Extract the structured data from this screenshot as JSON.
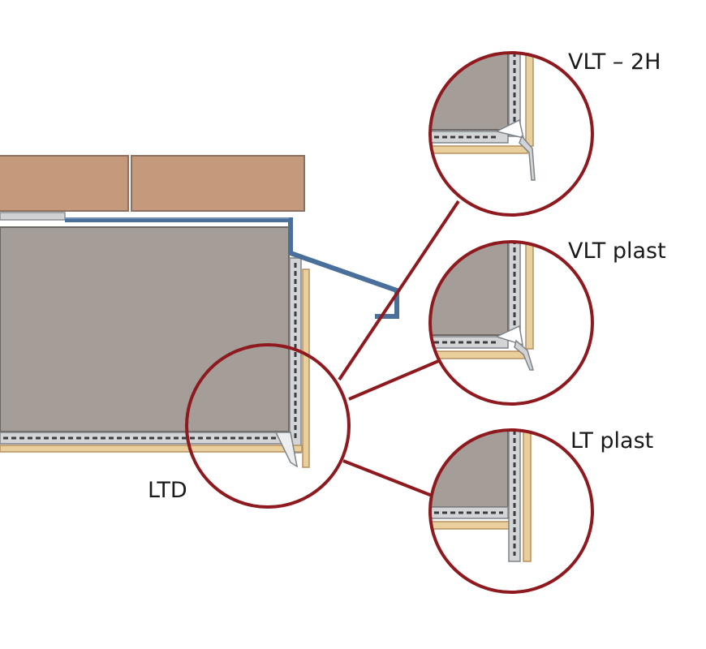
{
  "labels": {
    "main": "LTD",
    "detail_top": "VLT – 2H",
    "detail_middle": "VLT plast",
    "detail_bottom": "LT plast"
  },
  "colors": {
    "background": "#ffffff",
    "tile": "#c59a7c",
    "tile_edge": "#8d7060",
    "slab": "#a59d98",
    "slab_edge": "#6d6763",
    "insulation": "#e8cf9c",
    "insulation_edge": "#b89060",
    "profile": "#d2d4d6",
    "profile_edge": "#7f8488",
    "perforation": "#3a3d40",
    "flashing": "#4a6f9a",
    "callout": "#8e1a1f"
  }
}
